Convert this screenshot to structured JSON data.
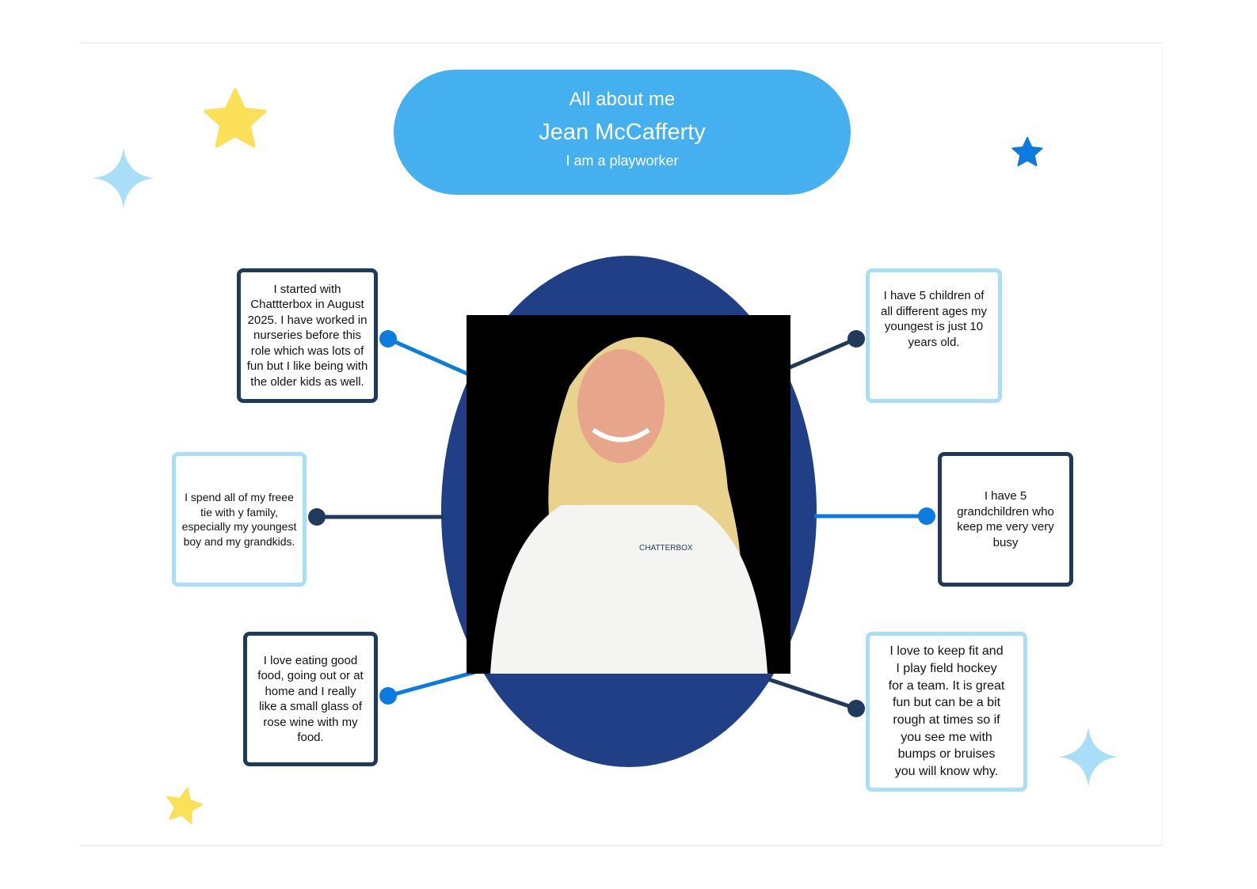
{
  "header": {
    "title": "All about me",
    "name": "Jean McCafferty",
    "role": "I am a playworker"
  },
  "photo": {
    "shirt_logo": "CHATTERBOX"
  },
  "facts": [
    "I started with Chattterbox in August 2025.  I have worked in nurseries before this role which was lots of fun but I like being with the older kids as well.",
    "I spend all of my freee tie with y family, especially my youngest boy and my grandkids.",
    "I love eating good food, going out or at home and I really like a small glass of rose wine with my food.",
    "I have 5 children of all different ages my youngest is just 10 years old.",
    "I have 5 grandchildren who keep me very very busy",
    "I love to keep fit and I play field hockey for a team. It is great fun but can be a bit rough at times so if you see me with bumps or bruises you will know why."
  ],
  "colors": {
    "header": "#45b0f0",
    "ellipse": "#213f87",
    "dark": "#1f3a5a",
    "light": "#a8def8",
    "blue": "#0b7be0",
    "yellow": "#fde05a"
  }
}
